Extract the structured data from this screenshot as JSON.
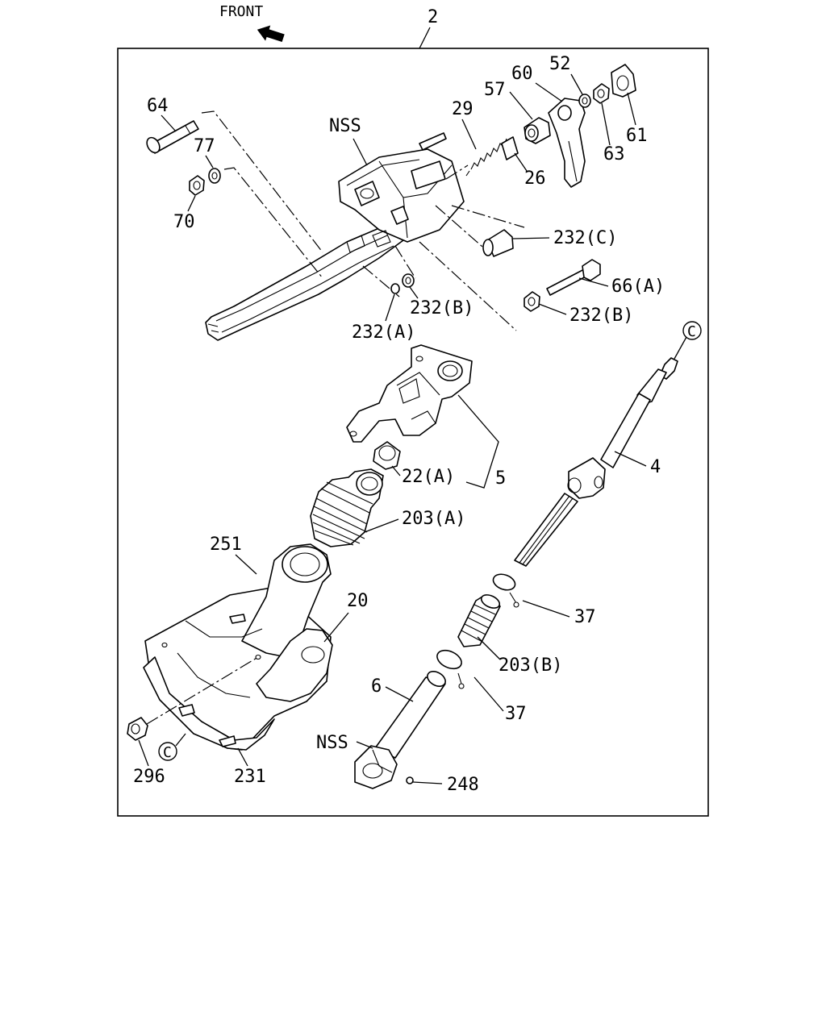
{
  "header": {
    "front_label": "FRONT",
    "assembly_number": "2"
  },
  "callouts": {
    "p64": "64",
    "p77": "77",
    "p70": "70",
    "nss_top": "NSS",
    "p29": "29",
    "p57": "57",
    "p60": "60",
    "p52": "52",
    "p61": "61",
    "p63": "63",
    "p26": "26",
    "p232c": "232(C)",
    "p66a": "66(A)",
    "p232b_right": "232(B)",
    "p232b_left": "232(B)",
    "p232a": "232(A)",
    "circle_c_top": "C",
    "p4": "4",
    "p5": "5",
    "p22a": "22(A)",
    "p203a": "203(A)",
    "p251": "251",
    "p20": "20",
    "p37_top": "37",
    "p203b": "203(B)",
    "p6": "6",
    "p37_bottom": "37",
    "nss_bottom": "NSS",
    "p248": "248",
    "p296": "296",
    "circle_c_bottom": "C",
    "p231": "231"
  },
  "icons": {
    "front_arrow": "front-arrow-icon"
  }
}
